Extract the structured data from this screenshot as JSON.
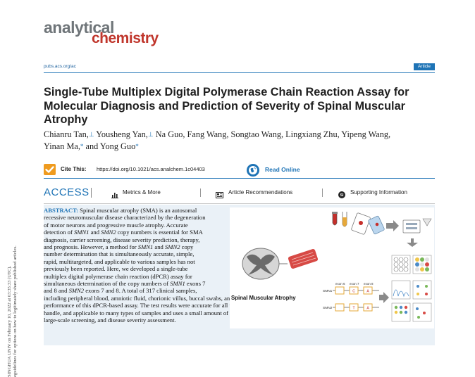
{
  "sidebar": {
    "line1": "SINGHUA UNIV on February 10, 2022 at 03:35:33 (UTC).",
    "line2": "eguidelines for options on how to legitimately share published articles."
  },
  "journal": {
    "logo_line1": "analytical",
    "logo_line2": "chemistry",
    "url": "pubs.acs.org/ac",
    "article_type": "Article"
  },
  "title": "Single-Tube Multiplex Digital Polymerase Chain Reaction Assay for Molecular Diagnosis and Prediction of Severity of Spinal Muscular Atrophy",
  "authors": {
    "a1": "Chianru Tan,",
    "m1": "⊥",
    "a2": " Yousheng Yan,",
    "m2": "⊥",
    "a3": " Na Guo, Fang Wang, Songtao Wang, Lingxiang Zhu, Yipeng Wang,",
    "a4": "Yinan Ma,",
    "m3": "*",
    "a5": " and Yong Guo",
    "m4": "*"
  },
  "cite": {
    "label": "Cite This:",
    "url": "https://doi.org/10.1021/acs.analchem.1c04403",
    "read_online": "Read Online"
  },
  "access": {
    "label": "ACCESS",
    "metrics": "Metrics & More",
    "recommendations": "Article Recommendations",
    "supporting": "Supporting Information",
    "si_badge": "SI"
  },
  "abstract": {
    "head": "ABSTRACT:",
    "l01": " Spinal muscular atrophy (SMA) is an autosomal",
    "l02": "recessive neuromuscular disease characterized by the degeneration",
    "l03": "of motor neurons and progressive muscle atrophy. Accurate",
    "l04a": "detection of ",
    "l04b": "SMN1",
    "l04c": " and ",
    "l04d": "SMN2",
    "l04e": " copy numbers is essential for SMA",
    "l05": "diagnosis, carrier screening, disease severity prediction, therapy,",
    "l06a": "and prognosis. However, a method for ",
    "l06b": "SMN1",
    "l06c": " and ",
    "l06d": "SMN2",
    "l06e": " copy",
    "l07": "number determination that is simultaneously accurate, simple,",
    "l08": "rapid, multitargeted, and applicable to various samples has not",
    "l09": "previously been reported. Here, we developed a single-tube",
    "l10": "multiplex digital polymerase chain reaction (dPCR) assay for",
    "l11a": "simultaneous determination of the copy numbers of ",
    "l11b": "SMN1",
    "l11c": " exons 7",
    "l12a": "and 8 and ",
    "l12b": "SMN2",
    "l12c": " exons 7 and 8. A total of 317 clinical samples,",
    "l13": "including peripheral blood, amniotic fluid, chorionic villus, buccal swabs, and dried blood spots, were collected to evaluate the",
    "l14": "performance of this dPCR-based assay. The test results were accurate for all the clinical samples. Our assay is accurate, rapid, easy to",
    "l15": "handle, and applicable to many types of samples and uses a small amount of DNA; it is a powerful tool for SMA molecular diagnosis,",
    "l16": "large-scale screening, and disease severity assessment."
  },
  "toc": {
    "caption": "Spinal Muscular Atrophy",
    "smn1": "SMN1",
    "smn2": "SMN2",
    "exon_a": "exon 6",
    "exon_b": "exon 7",
    "exon_c": "exon 8",
    "box_c": "C",
    "box_t": "T",
    "box_a": "A"
  },
  "colors": {
    "acs_blue": "#1f74b6",
    "logo_grey": "#6f7579",
    "logo_red": "#c0362c",
    "cite_orange": "#ef9b1f",
    "abstract_bg": "#eaf1f7"
  },
  "icons": [
    "checkmark-icon",
    "read-online-icon",
    "bar-chart-icon",
    "recommendations-icon",
    "supporting-info-icon"
  ]
}
